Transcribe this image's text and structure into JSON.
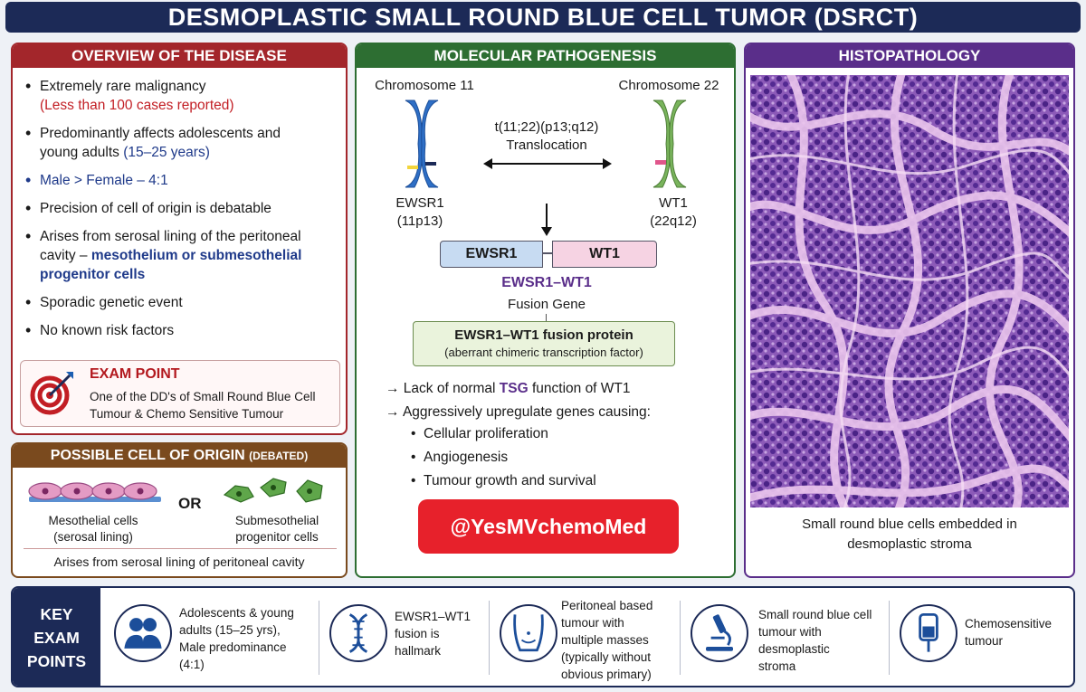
{
  "title": "DESMOPLASTIC SMALL ROUND BLUE CELL TUMOR (DSRCT)",
  "overview": {
    "heading": "OVERVIEW OF THE DISEASE",
    "b1_line1": "Extremely rare malignancy",
    "b1_line2": "(Less than 100 cases reported)",
    "b2_line1": "Predominantly affects adolescents and",
    "b2_line2": "young adults",
    "b2_hl": "(15–25 years)",
    "b3": "Male > Female – 4:1",
    "b4": "Precision of cell of origin is debatable",
    "b5_line1": "Arises from serosal lining of the peritoneal",
    "b5_line2a": "cavity –",
    "b5_hl": "mesothelium or submesothelial progenitor cells",
    "b6": "Sporadic genetic event",
    "b7": "No known risk factors",
    "exam_title": "EXAM POINT",
    "exam_text": "One of the DD's of Small Round Blue Cell Tumour & Chemo Sensitive Tumour"
  },
  "cell_origin": {
    "heading": "POSSIBLE CELL OF ORIGIN",
    "heading_small": "(DEBATED)",
    "left_l1": "Mesothelial cells",
    "left_l2": "(serosal lining)",
    "or": "OR",
    "right_l1": "Submesothelial",
    "right_l2": "progenitor cells",
    "footer": "Arises from serosal lining of peritoneal cavity"
  },
  "molecular": {
    "heading": "MOLECULAR PATHOGENESIS",
    "chr11": "Chromosome 11",
    "chr22": "Chromosome 22",
    "translocation_l1": "t(11;22)(p13;q12)",
    "translocation_l2": "Translocation",
    "gene_left": "EWSR1",
    "gene_left_loc": "(11p13)",
    "gene_right": "WT1",
    "gene_right_loc": "(22q12)",
    "fusion_left": "EWSR1",
    "fusion_right": "WT1",
    "fusion_name": "EWSR1–WT1",
    "fusion_sub": "Fusion Gene",
    "protein_title": "EWSR1–WT1 fusion protein",
    "protein_sub": "(aberrant chimeric transcription factor)",
    "point1_a": "→  Lack of normal",
    "point1_hl": "TSG",
    "point1_b": "function of WT1",
    "point2": "→  Aggressively upregulate genes causing:",
    "subs": [
      "Cellular proliferation",
      "Angiogenesis",
      "Tumour growth and survival"
    ],
    "handle": "@YesMVchemoMed"
  },
  "histo": {
    "heading": "HISTOPATHOLOGY",
    "caption_l1": "Small round blue cells embedded in",
    "caption_l2": "desmoplastic stroma"
  },
  "key_points": {
    "heading_l1": "KEY",
    "heading_l2": "EXAM",
    "heading_l3": "POINTS",
    "items": [
      {
        "icon": "people-icon",
        "text": [
          "Adolescents & young",
          "adults (15–25 yrs),",
          "Male predominance",
          "(4:1)"
        ]
      },
      {
        "icon": "dna-icon",
        "text": [
          "EWSR1–WT1",
          "fusion is",
          "hallmark"
        ]
      },
      {
        "icon": "abdomen-icon",
        "text": [
          "Peritoneal based",
          "tumour with",
          "multiple masses",
          "(typically without",
          "obvious primary)"
        ]
      },
      {
        "icon": "microscope-icon",
        "text": [
          "Small round blue cell",
          "tumour with",
          "desmoplastic",
          "stroma"
        ]
      },
      {
        "icon": "iv-bag-icon",
        "text": [
          "Chemosensitive",
          "tumour"
        ]
      }
    ]
  },
  "colors": {
    "navy": "#1c2a57",
    "overview_red": "#a3262b",
    "cell_brown": "#7a4a1e",
    "mol_green": "#2d6e32",
    "histo_purple": "#5a2e8a",
    "handle_red": "#e7212b"
  }
}
